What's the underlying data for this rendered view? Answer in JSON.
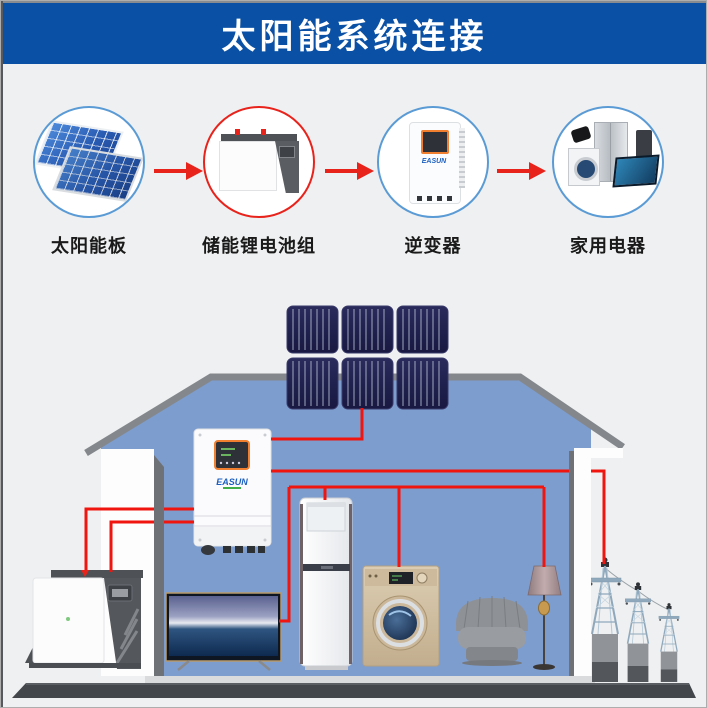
{
  "header": {
    "title": "太阳能系统连接",
    "bg_color": "#0A51A5",
    "text_color": "#FFFFFF"
  },
  "flow": {
    "arrow_color": "#E8231C",
    "steps": [
      {
        "label": "太阳能板",
        "icon": "solar-panel-icon",
        "ring_color": "#5B9BD5"
      },
      {
        "label": "储能锂电池组",
        "icon": "battery-pack-icon",
        "ring_color": "#E8231C"
      },
      {
        "label": "逆变器",
        "icon": "inverter-icon",
        "ring_color": "#5B9BD5"
      },
      {
        "label": "家用电器",
        "icon": "appliances-icon",
        "ring_color": "#5B9BD5"
      }
    ]
  },
  "diagram": {
    "inverter_brand": "EASUN",
    "house_color": "#7D9DCE",
    "roof_edge_color": "#84888C",
    "wire_color": "#F0150F",
    "ground_color": "#43464A",
    "solar_panel_color": "#22224E",
    "components": [
      "roof-solar-array",
      "wall-inverter",
      "storage-battery",
      "television",
      "air-conditioner",
      "washing-machine",
      "armchair",
      "floor-lamp",
      "power-towers"
    ]
  }
}
